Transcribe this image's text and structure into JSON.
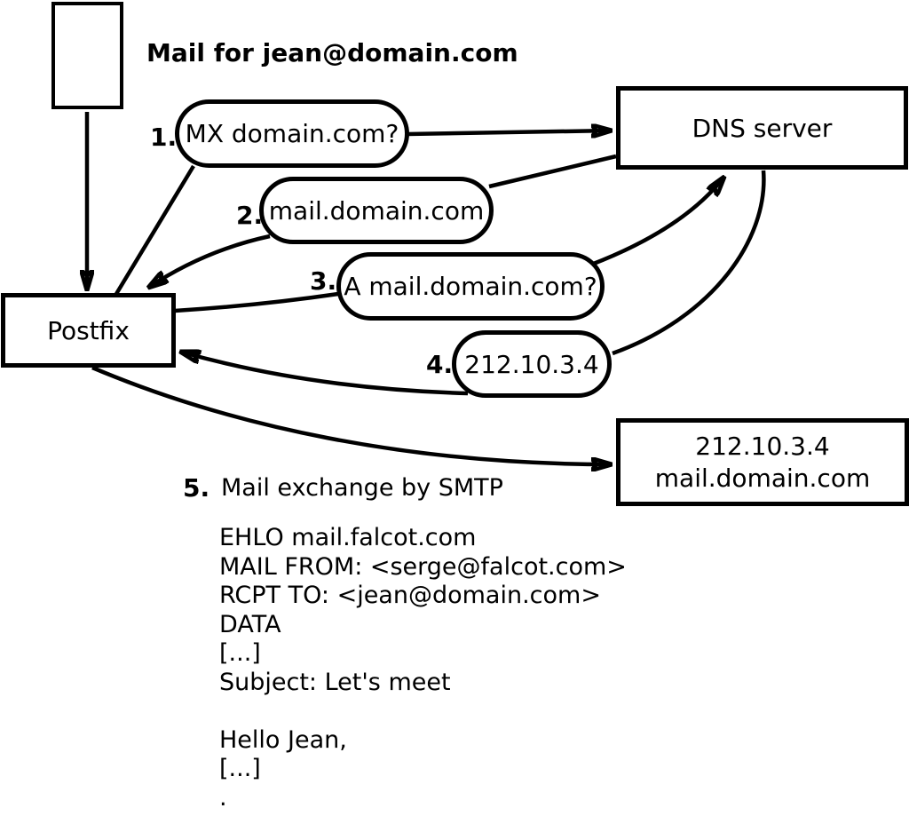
{
  "caption": "Mail for jean@domain.com",
  "nodes": {
    "postfix": "Postfix",
    "dns_server": "DNS server",
    "mail_server": {
      "line1": "212.10.3.4",
      "line2": "mail.domain.com"
    }
  },
  "steps": [
    {
      "num": "1.",
      "label": "MX domain.com?"
    },
    {
      "num": "2.",
      "label": "mail.domain.com"
    },
    {
      "num": "3.",
      "label": "A mail.domain.com?"
    },
    {
      "num": "4.",
      "label": "212.10.3.4"
    },
    {
      "num": "5.",
      "label": "Mail exchange by SMTP"
    }
  ],
  "smtp_session": "EHLO mail.falcot.com\nMAIL FROM: <serge@falcot.com>\nRCPT TO: <jean@domain.com>\nDATA\n[...]\nSubject: Let's meet\n\nHello Jean,\n[...]\n.",
  "colors": {
    "ink": "#000000",
    "background": "#ffffff"
  }
}
